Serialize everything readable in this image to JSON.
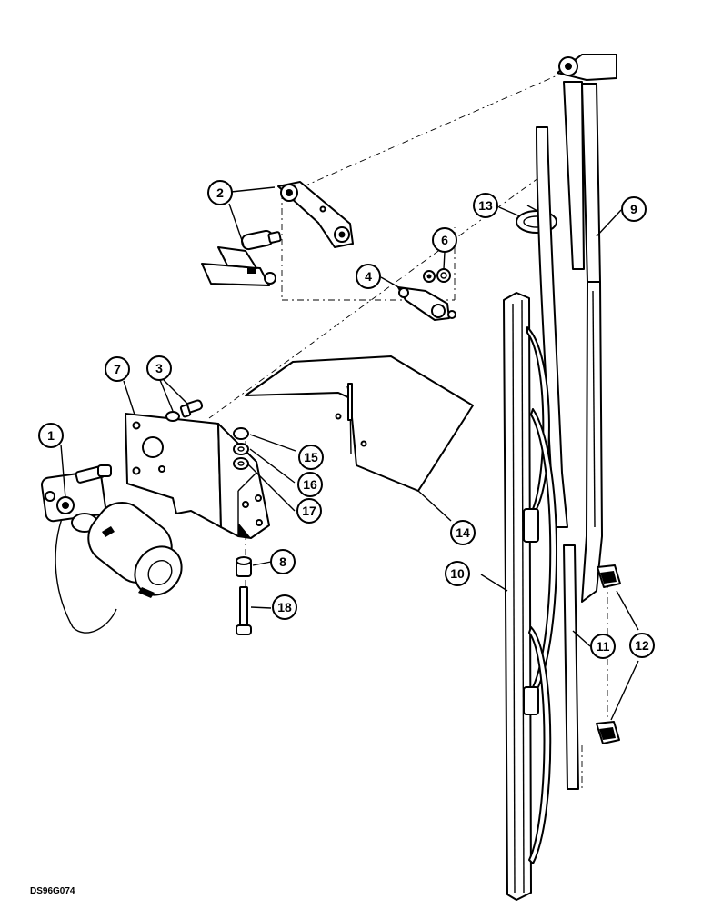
{
  "drawing_code": "DS96G074",
  "callouts": [
    "1",
    "2",
    "3",
    "4",
    "6",
    "7",
    "8",
    "9",
    "10",
    "11",
    "12",
    "13",
    "14",
    "15",
    "16",
    "17",
    "18"
  ]
}
